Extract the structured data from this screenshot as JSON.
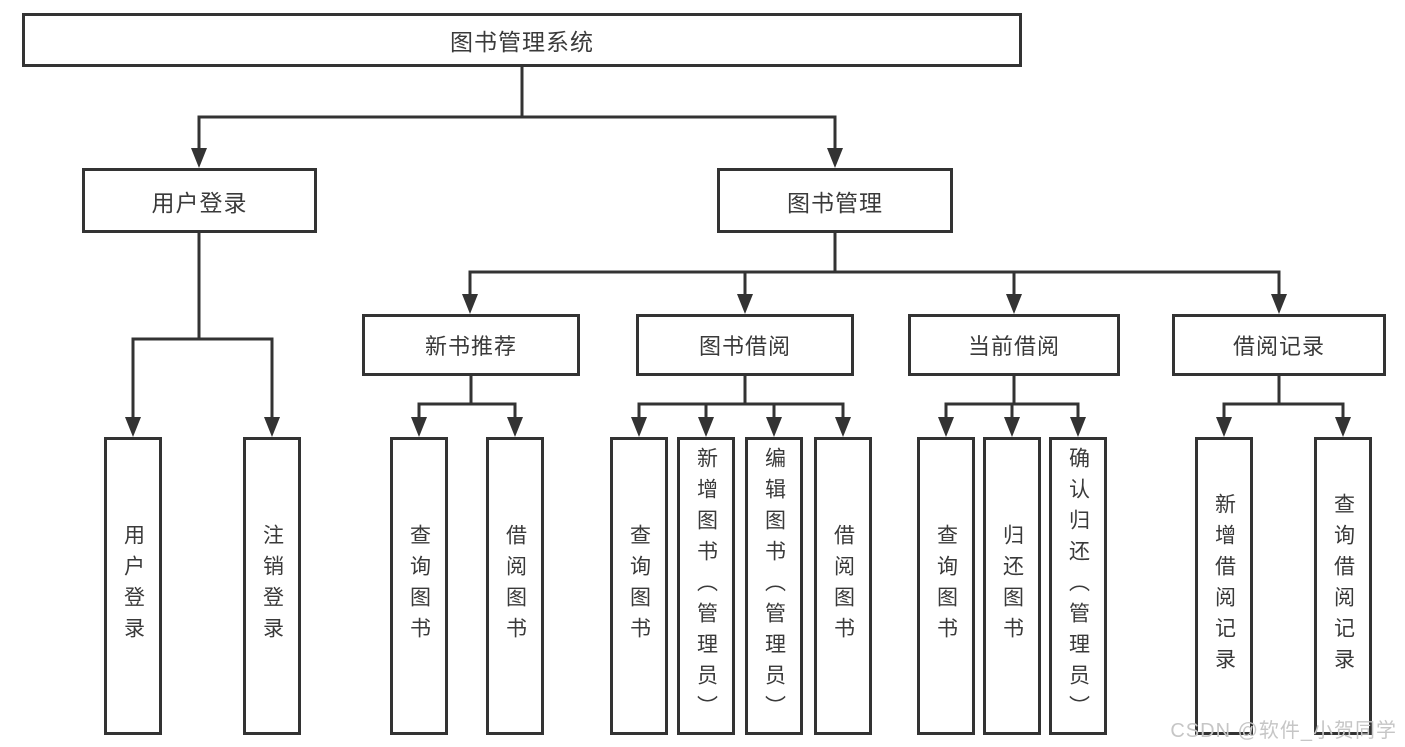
{
  "tree": {
    "label": "图书管理系统",
    "children": [
      {
        "label": "用户登录",
        "children": [
          {
            "label": "用户登录"
          },
          {
            "label": "注销登录"
          }
        ]
      },
      {
        "label": "图书管理",
        "children": [
          {
            "label": "新书推荐",
            "children": [
              {
                "label": "查询图书"
              },
              {
                "label": "借阅图书"
              }
            ]
          },
          {
            "label": "图书借阅",
            "children": [
              {
                "label": "查询图书"
              },
              {
                "label": "新增图书（管理员）"
              },
              {
                "label": "编辑图书（管理员）"
              },
              {
                "label": "借阅图书"
              }
            ]
          },
          {
            "label": "当前借阅",
            "children": [
              {
                "label": "查询图书"
              },
              {
                "label": "归还图书"
              },
              {
                "label": "确认归还（管理员）"
              }
            ]
          },
          {
            "label": "借阅记录",
            "children": [
              {
                "label": "新增借阅记录"
              },
              {
                "label": "查询借阅记录"
              }
            ]
          }
        ]
      }
    ]
  },
  "watermark": "CSDN @软件_小贺同学",
  "colors": {
    "line": "#333333",
    "box_border": "#333333",
    "text": "#3a3a3a",
    "watermark": "#c6c6c6",
    "background": "#ffffff"
  }
}
